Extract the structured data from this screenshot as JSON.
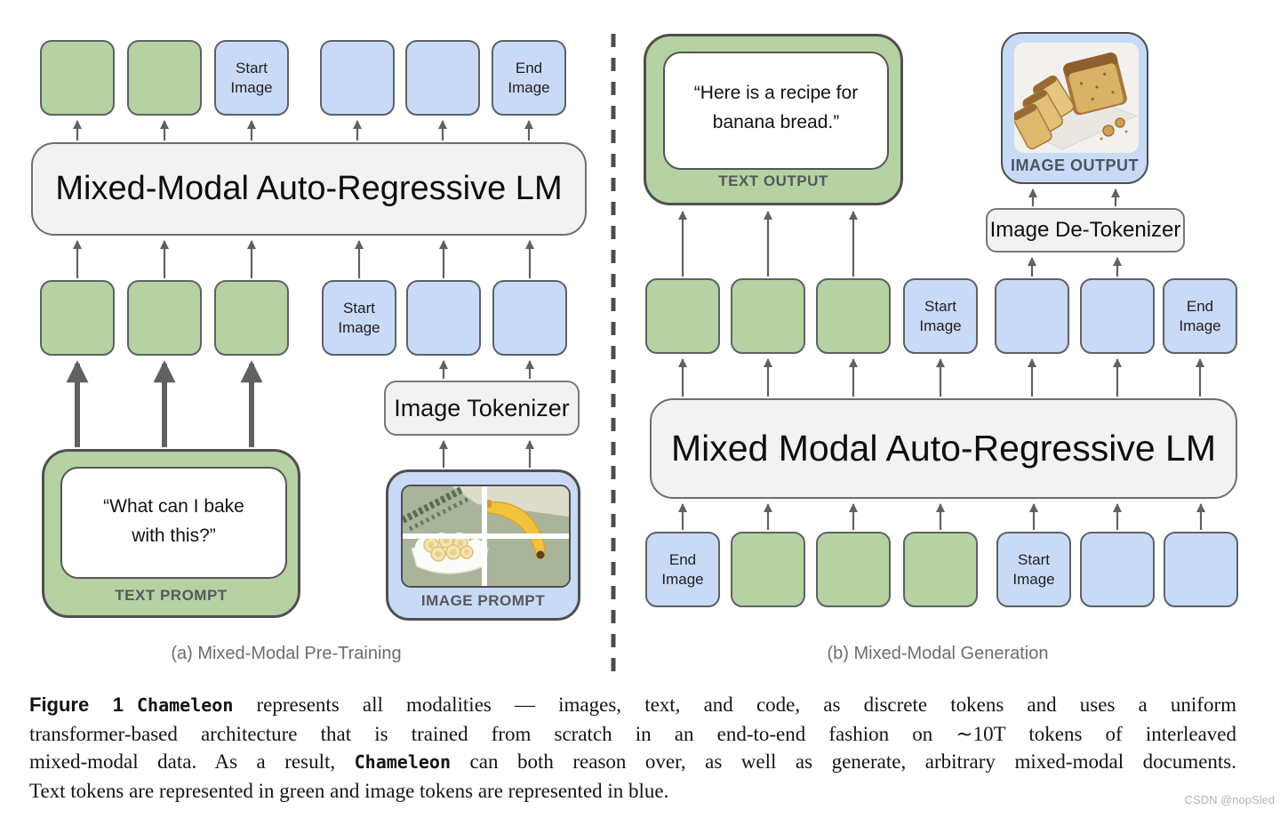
{
  "panel_a": {
    "caption": "(a) Mixed-Modal Pre-Training",
    "lm_label": "Mixed-Modal Auto-Regressive LM",
    "tokenizer_label": "Image Tokenizer",
    "top_tokens": [
      {
        "type": "text",
        "label": ""
      },
      {
        "type": "text",
        "label": ""
      },
      {
        "type": "image",
        "label": "Start\nImage"
      },
      {
        "type": "image",
        "label": ""
      },
      {
        "type": "image",
        "label": ""
      },
      {
        "type": "image",
        "label": "End\nImage"
      }
    ],
    "mid_tokens": [
      {
        "type": "text",
        "label": ""
      },
      {
        "type": "text",
        "label": ""
      },
      {
        "type": "text",
        "label": ""
      },
      {
        "type": "image",
        "label": "Start\nImage"
      },
      {
        "type": "image",
        "label": ""
      },
      {
        "type": "image",
        "label": ""
      }
    ],
    "text_prompt": {
      "quote": "“What can I bake\nwith this?”",
      "label": "TEXT PROMPT"
    },
    "image_prompt": {
      "label": "IMAGE PROMPT"
    }
  },
  "panel_b": {
    "caption": "(b) Mixed-Modal Generation",
    "lm_label": "Mixed Modal Auto-Regressive LM",
    "detokenizer_label": "Image De-Tokenizer",
    "text_output": {
      "quote": "“Here is a recipe for\nbanana bread.”",
      "label": "TEXT OUTPUT"
    },
    "image_output": {
      "label": "IMAGE OUTPUT"
    },
    "mid_tokens": [
      {
        "type": "text",
        "label": ""
      },
      {
        "type": "text",
        "label": ""
      },
      {
        "type": "text",
        "label": ""
      },
      {
        "type": "image",
        "label": "Start\nImage"
      },
      {
        "type": "image",
        "label": ""
      },
      {
        "type": "image",
        "label": ""
      },
      {
        "type": "image",
        "label": "End\nImage"
      }
    ],
    "bottom_tokens": [
      {
        "type": "image",
        "label": "End\nImage"
      },
      {
        "type": "text",
        "label": ""
      },
      {
        "type": "text",
        "label": ""
      },
      {
        "type": "text",
        "label": ""
      },
      {
        "type": "image",
        "label": "Start\nImage"
      },
      {
        "type": "image",
        "label": ""
      },
      {
        "type": "image",
        "label": ""
      }
    ]
  },
  "figure_caption": {
    "lines": [
      [
        {
          "s": "flabel",
          "t": "Figure 1"
        },
        {
          "s": "mono",
          "t": "Chameleon"
        },
        {
          "s": "serif",
          "t": " represents all modalities — images, text, and code, as discrete tokens and uses a uniform"
        }
      ],
      [
        {
          "s": "serif",
          "t": "transformer-based architecture that is trained from scratch in an end-to-end fashion on ∼10T tokens of interleaved"
        }
      ],
      [
        {
          "s": "serif",
          "t": "mixed-modal data. As a result, "
        },
        {
          "s": "mono",
          "t": "Chameleon"
        },
        {
          "s": "serif",
          "t": " can both reason over, as well as generate, arbitrary mixed-modal documents."
        }
      ],
      [
        {
          "s": "serif",
          "t": "Text tokens are represented in green and image tokens are represented in blue."
        }
      ]
    ]
  },
  "watermark": "CSDN @nopSled",
  "colors": {
    "text_token": "#b6d1a2",
    "image_token": "#c9daf6",
    "lm_box": "#f2f2f2",
    "arrow": "#616161",
    "divider": "#4d4d4d"
  }
}
